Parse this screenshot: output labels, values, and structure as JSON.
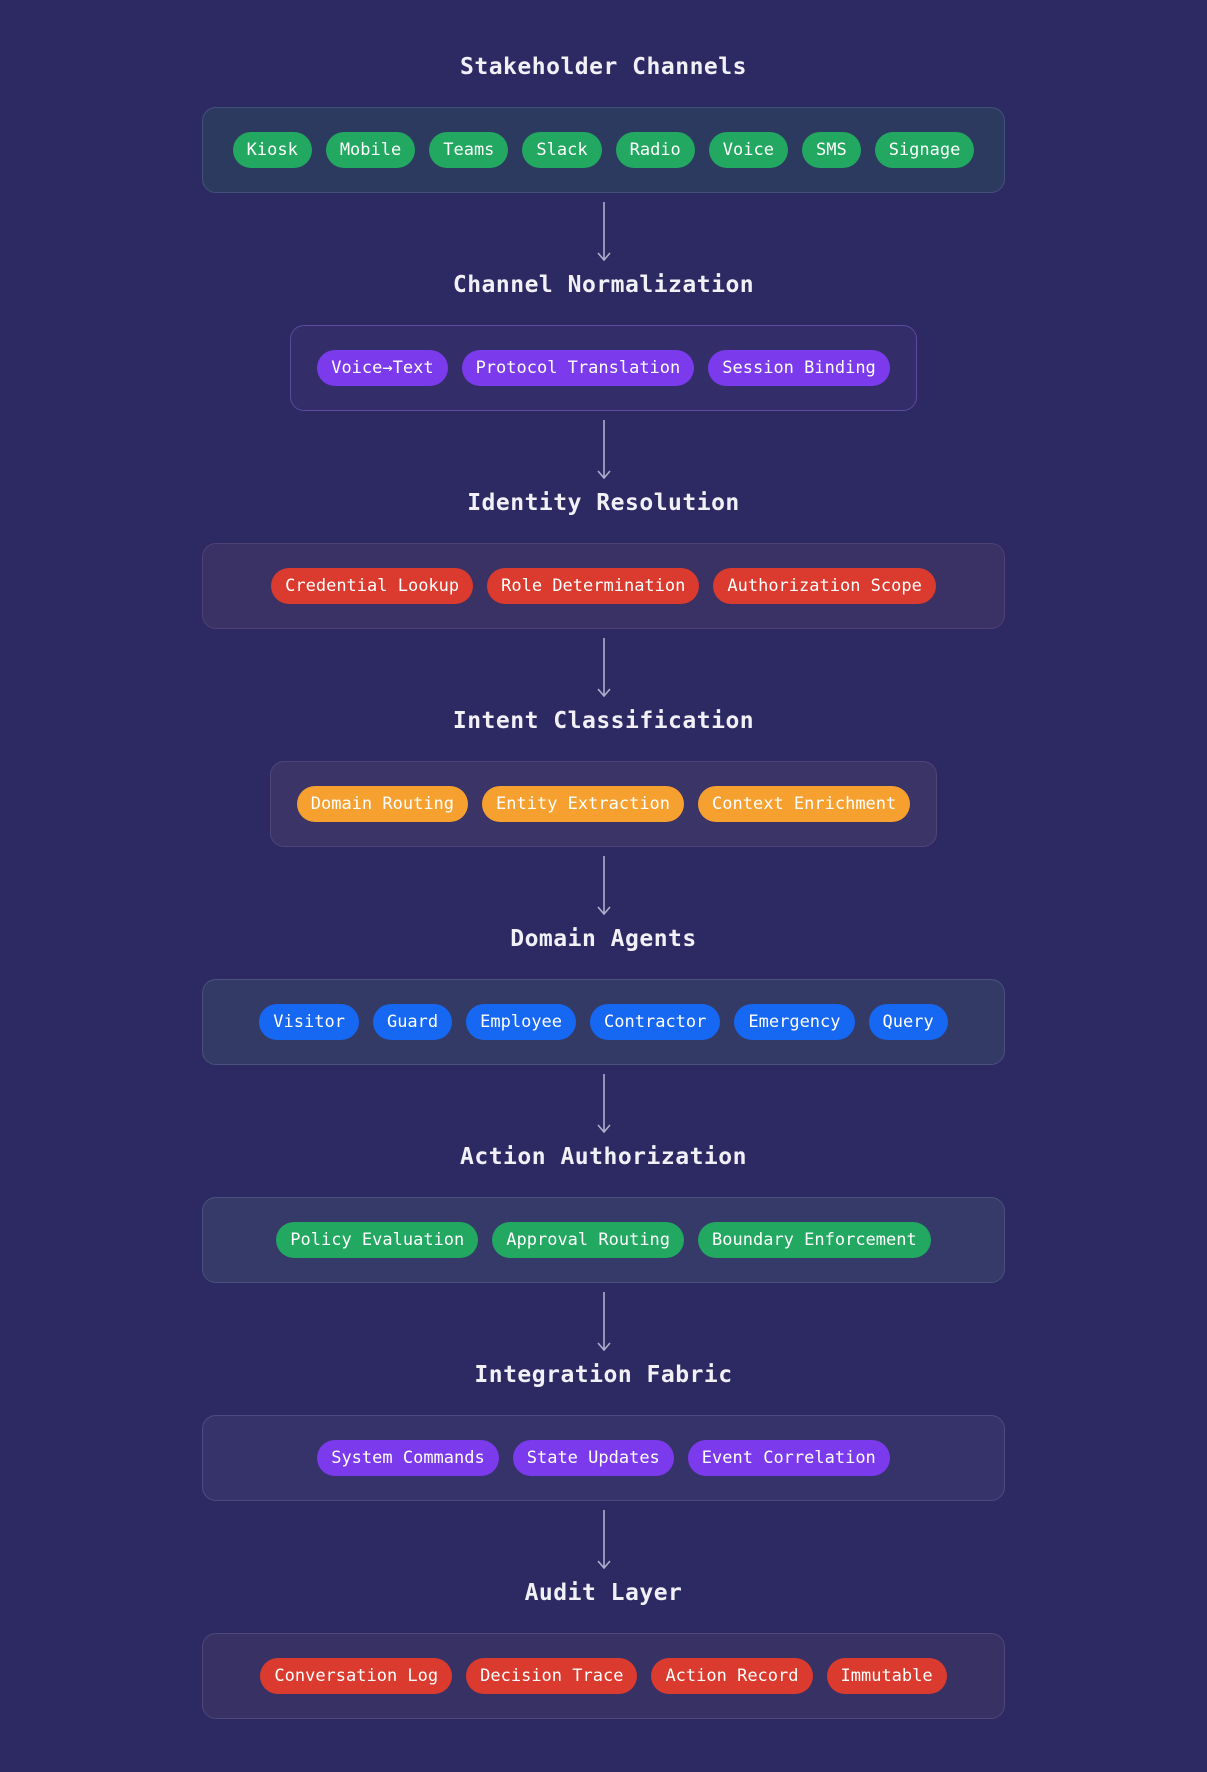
{
  "page": {
    "background": "#2D2963",
    "title_color": "#F0F0F6",
    "arrow_color": "#ADAECA"
  },
  "sections": [
    {
      "title": "Stakeholder Channels",
      "pill_color": "#22A860",
      "container_bg": "#2B3A5E",
      "container_border": "#43527B",
      "pills": [
        "Kiosk",
        "Mobile",
        "Teams",
        "Slack",
        "Radio",
        "Voice",
        "SMS",
        "Signage"
      ]
    },
    {
      "title": "Channel Normalization",
      "pill_color": "#7C3AED",
      "container_bg": "#332E69",
      "container_border": "#5B4A9E",
      "pills": [
        "Voice→Text",
        "Protocol Translation",
        "Session Binding"
      ]
    },
    {
      "title": "Identity Resolution",
      "pill_color": "#DB3A2E",
      "container_bg": "#3A3165",
      "container_border": "#4F4175",
      "pills": [
        "Credential Lookup",
        "Role Determination",
        "Authorization Scope"
      ]
    },
    {
      "title": "Intent Classification",
      "pill_color": "#F6A030",
      "container_bg": "#3A3467",
      "container_border": "#4E4679",
      "pills": [
        "Domain Routing",
        "Entity Extraction",
        "Context Enrichment"
      ]
    },
    {
      "title": "Domain Agents",
      "pill_color": "#1667F2",
      "container_bg": "#333A65",
      "container_border": "#4A517D",
      "pills": [
        "Visitor",
        "Guard",
        "Employee",
        "Contractor",
        "Emergency",
        "Query"
      ]
    },
    {
      "title": "Action Authorization",
      "pill_color": "#22A860",
      "container_bg": "#353A68",
      "container_border": "#4B507F",
      "pills": [
        "Policy Evaluation",
        "Approval Routing",
        "Boundary Enforcement"
      ]
    },
    {
      "title": "Integration Fabric",
      "pill_color": "#7C3AED",
      "container_bg": "#36336A",
      "container_border": "#4E4A82",
      "pills": [
        "System Commands",
        "State Updates",
        "Event Correlation"
      ]
    },
    {
      "title": "Audit Layer",
      "pill_color": "#DB3A2E",
      "container_bg": "#383264",
      "container_border": "#4D4878",
      "pills": [
        "Conversation Log",
        "Decision Trace",
        "Action Record",
        "Immutable"
      ]
    }
  ]
}
